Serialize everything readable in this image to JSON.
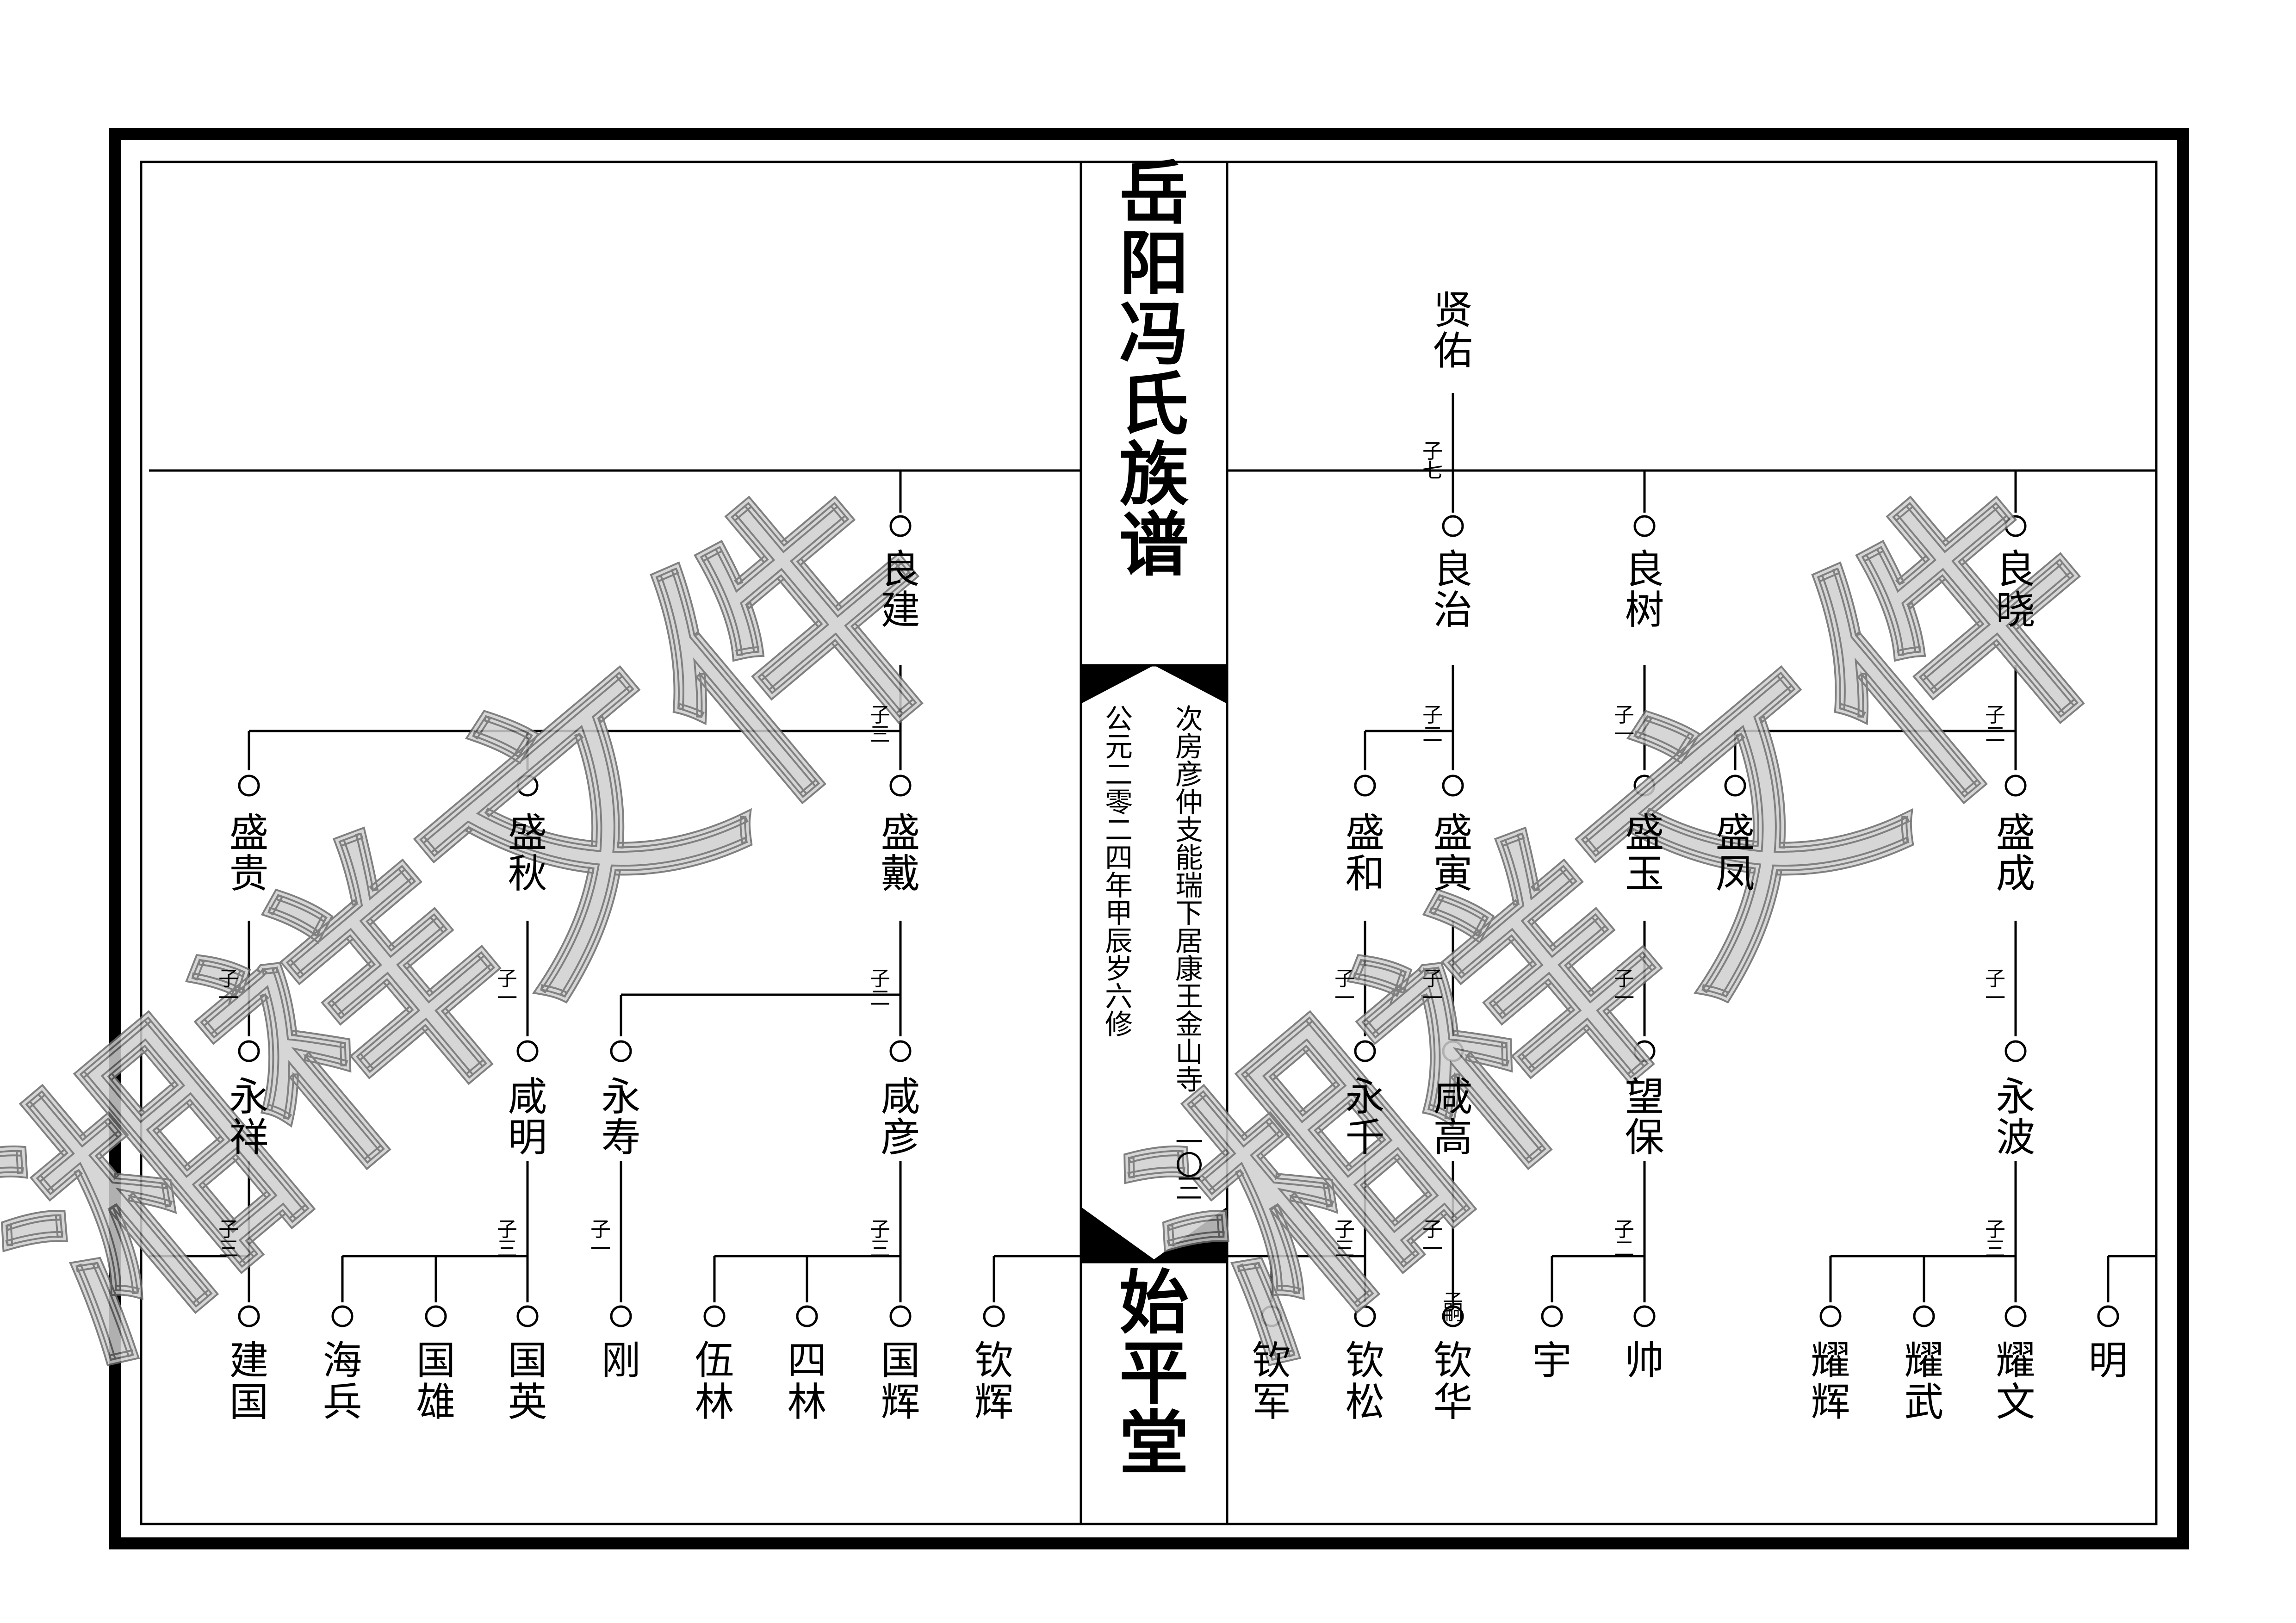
{
  "title": "岳阳冯氏族谱",
  "hall": "始平堂",
  "subtitle_right": "次房彦仲支能瑞下居康王金山寺",
  "page_number": "一〇三",
  "subtitle_left": "公元二零二四年甲辰岁六修",
  "watermark": "湘祥文件",
  "ancestor": "贤佑",
  "ancestor_sons": "子七",
  "right_page": {
    "generation_1": [
      {
        "name": "良晓",
        "sons": "子二"
      },
      {
        "name": "良树",
        "sons": "子一"
      },
      {
        "name": "良治",
        "sons": "子二"
      }
    ],
    "generation_2": [
      {
        "name": "盛成",
        "sons": "子一"
      },
      {
        "name": "盛凤",
        "sons": ""
      },
      {
        "name": "盛玉",
        "sons": "子一"
      },
      {
        "name": "盛寅",
        "sons": "子一"
      },
      {
        "name": "盛和",
        "sons": "子一"
      }
    ],
    "generation_3": [
      {
        "name": "永波",
        "sons": "子三"
      },
      {
        "name": "望保",
        "sons": "子二"
      },
      {
        "name": "咸高",
        "sons": "子一"
      },
      {
        "name": "永千",
        "sons": "子三"
      }
    ],
    "generation_4": [
      "明",
      "耀文",
      "耀武",
      "耀辉",
      "帅",
      "宇",
      "钦华",
      "钦松",
      "钦军"
    ],
    "small_note": "子嗣"
  },
  "left_page": {
    "generation_1": [
      {
        "name": "良建",
        "sons": "子三"
      }
    ],
    "generation_2": [
      {
        "name": "盛戴",
        "sons": "子二"
      },
      {
        "name": "盛秋",
        "sons": "子一"
      },
      {
        "name": "盛贵",
        "sons": "子一"
      }
    ],
    "generation_3": [
      {
        "name": "咸彦",
        "sons": "子三"
      },
      {
        "name": "永寿",
        "sons": "子一"
      },
      {
        "name": "咸明",
        "sons": "子三"
      },
      {
        "name": "永祥",
        "sons": "子三"
      }
    ],
    "generation_4": [
      "钦辉",
      "国辉",
      "四林",
      "伍林",
      "刚",
      "国英",
      "国雄",
      "海兵",
      "建国"
    ]
  }
}
